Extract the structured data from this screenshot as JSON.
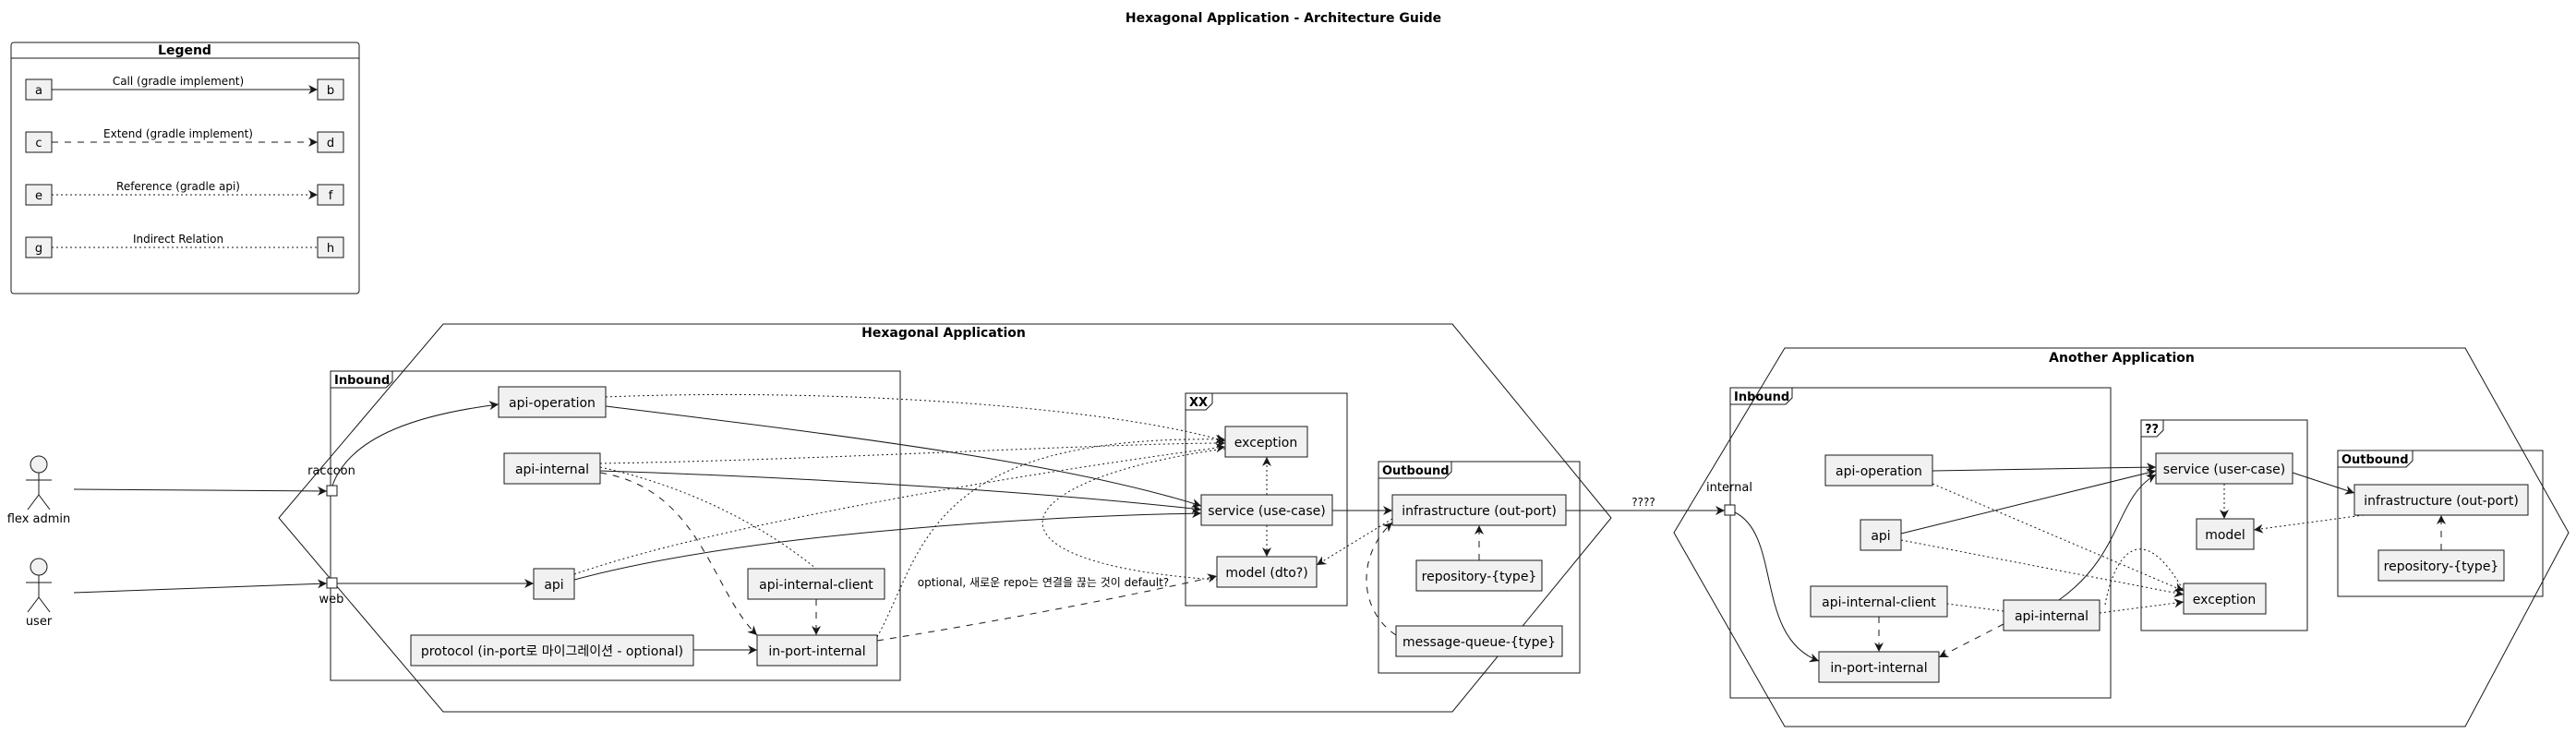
{
  "title": "Hexagonal Application - Architecture Guide",
  "legend": {
    "title": "Legend",
    "rows": [
      {
        "from": "a",
        "to": "b",
        "label": "Call (gradle implement)",
        "style": "solid",
        "arrow": true
      },
      {
        "from": "c",
        "to": "d",
        "label": "Extend (gradle implement)",
        "style": "dashed",
        "arrow": true
      },
      {
        "from": "e",
        "to": "f",
        "label": "Reference (gradle api)",
        "style": "dotted",
        "arrow": true
      },
      {
        "from": "g",
        "to": "h",
        "label": "Indirect Relation",
        "style": "dotted",
        "arrow": false
      }
    ]
  },
  "actors": [
    {
      "id": "flex-admin",
      "label": "flex admin"
    },
    {
      "id": "user",
      "label": "user"
    }
  ],
  "hexagonal_app": {
    "title": "Hexagonal Application",
    "ports": {
      "raccoon": "raccoon",
      "web": "web"
    },
    "inbound": {
      "label": "Inbound",
      "api_operation": "api-operation",
      "api_internal": "api-internal",
      "api": "api",
      "api_internal_client": "api-internal-client",
      "protocol": "protocol (in-port로 마이그레이션 - optional)",
      "in_port_internal": "in-port-internal"
    },
    "core": {
      "label": "XX",
      "exception": "exception",
      "service": "service (use-case)",
      "model": "model (dto?)"
    },
    "outbound": {
      "label": "Outbound",
      "infrastructure": "infrastructure (out-port)",
      "repository": "repository-{type}",
      "message_queue": "message-queue-{type}"
    },
    "note": "optional, 새로운 repo는 연결을 끊는 것이 default?"
  },
  "link_label": "????",
  "another_app": {
    "title": "Another Application",
    "port": "internal",
    "inbound": {
      "label": "Inbound",
      "api_operation": "api-operation",
      "api": "api",
      "api_internal_client": "api-internal-client",
      "api_internal": "api-internal",
      "in_port_internal": "in-port-internal"
    },
    "core": {
      "label": "??",
      "service": "service (user-case)",
      "model": "model",
      "exception": "exception"
    },
    "outbound": {
      "label": "Outbound",
      "infrastructure": "infrastructure (out-port)",
      "repository": "repository-{type}"
    }
  }
}
